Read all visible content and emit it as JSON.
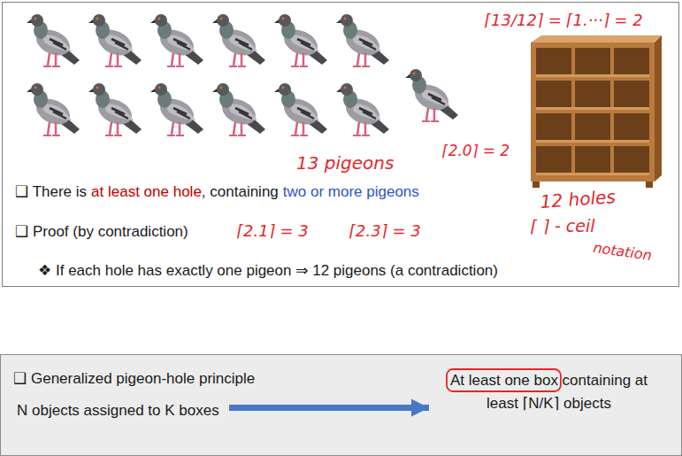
{
  "diagram": {
    "nodes": [
      {
        "text": [
          "❑ There is",
          "at least one hole",
          ", containing",
          "two or more pigeons",
          "❑ Proof (by contradiction)",
          "❖ If each hole has exactly one pigeon ⇒ 12 pigeons (a contradiction)"
        ]
      },
      {
        "text": [
          "❑ Generalized pigeon-hole principle"
        ]
      },
      {
        "text": [
          "N objects assigned to K boxes"
        ],
        "in": 1
      },
      {
        "text": [
          "At least one box containing at least ⌈N/K⌉ objects"
        ],
        "in": 1
      }
    ],
    "edges": [
      {
        "from": 2,
        "to": 3,
        "arrow": "to"
      }
    ],
    "labels": [
      "⌈13/12⌉ = ⌈1.···⌉ = 2",
      "⌈2.0⌉ = 2",
      "13 pigeons",
      "12 holes",
      "⌈2.1⌉ = 3",
      "⌈2.3⌉ = 3",
      "⌈ ⌉ - ceil",
      "notation"
    ]
  }
}
